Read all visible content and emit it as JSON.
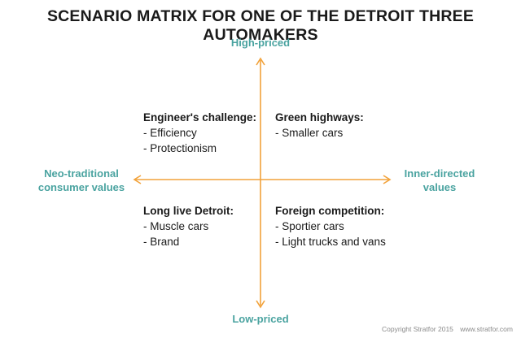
{
  "title": "SCENARIO MATRIX FOR ONE OF THE DETROIT THREE AUTOMAKERS",
  "colors": {
    "axis": "#f2a23a",
    "axis_label": "#4aa3a0",
    "text": "#1a1a1a"
  },
  "axes": {
    "top": "High-priced",
    "bottom": "Low-priced",
    "left": [
      "Neo-traditional",
      "consumer values"
    ],
    "right": [
      "Inner-directed",
      "values"
    ]
  },
  "quadrants": {
    "top_left": {
      "title": "Engineer's challenge:",
      "items": [
        "- Efficiency",
        "- Protectionism"
      ]
    },
    "top_right": {
      "title": "Green highways:",
      "items": [
        "- Smaller cars"
      ]
    },
    "bottom_left": {
      "title": "Long live Detroit:",
      "items": [
        "- Muscle cars",
        "- Brand"
      ]
    },
    "bottom_right": {
      "title": "Foreign competition:",
      "items": [
        "- Sportier cars",
        "- Light trucks and vans"
      ]
    }
  },
  "footer": {
    "copyright": "Copyright Stratfor 2015",
    "site": "www.stratfor.com"
  }
}
